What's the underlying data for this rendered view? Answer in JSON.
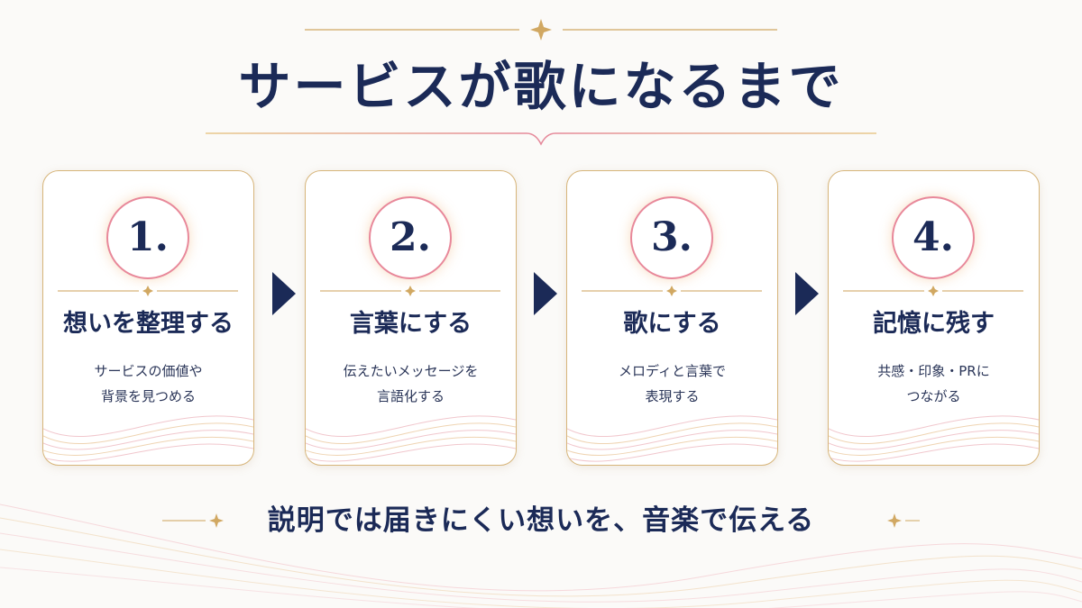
{
  "title": "サービスが歌になるまで",
  "steps": [
    {
      "number": "1.",
      "title": "想いを整理する",
      "desc": [
        "サービスの価値や",
        "背景を見つめる"
      ]
    },
    {
      "number": "2.",
      "title": "言葉にする",
      "desc": [
        "伝えたいメッセージを",
        "言語化する"
      ]
    },
    {
      "number": "3.",
      "title": "歌にする",
      "desc": [
        "メロディと言葉で",
        "表現する"
      ]
    },
    {
      "number": "4.",
      "title": "記憶に残す",
      "desc": [
        "共感・印象・PRに",
        "つながる"
      ]
    }
  ],
  "tagline": "説明では届きにくい想いを、音楽で伝える",
  "colors": {
    "navy": "#1b2a57",
    "gold": "#d7b57a",
    "pink": "#e8889a"
  },
  "icons": {
    "arrow": "navy-chevron-right",
    "sparkle": "gold-four-point-star"
  }
}
